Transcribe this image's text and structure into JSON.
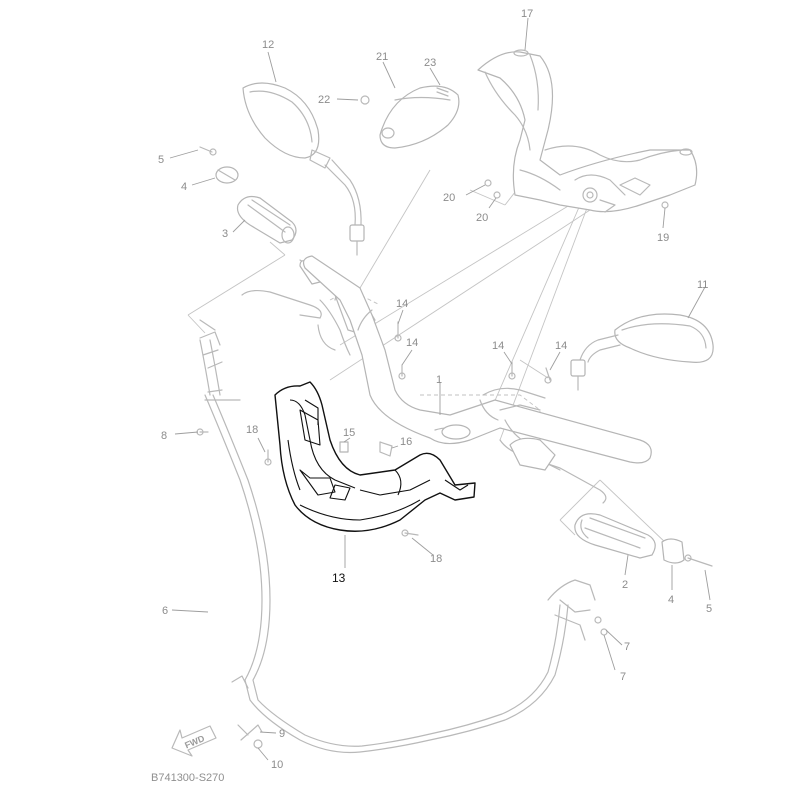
{
  "diagram": {
    "code": "B741300-S270",
    "direction_label": "FWD",
    "callouts": {
      "c1": "1",
      "c2": "2",
      "c3": "3",
      "c4a": "4",
      "c4b": "4",
      "c5a": "5",
      "c5b": "5",
      "c6": "6",
      "c7a": "7",
      "c7b": "7",
      "c8": "8",
      "c9": "9",
      "c10": "10",
      "c11": "11",
      "c12": "12",
      "c13": "13",
      "c14a": "14",
      "c14b": "14",
      "c14c": "14",
      "c14d": "14",
      "c15": "15",
      "c16": "16",
      "c17": "17",
      "c18a": "18",
      "c18b": "18",
      "c19": "19",
      "c20a": "20",
      "c20b": "20",
      "c21": "21",
      "c22": "22",
      "c23": "23"
    }
  }
}
